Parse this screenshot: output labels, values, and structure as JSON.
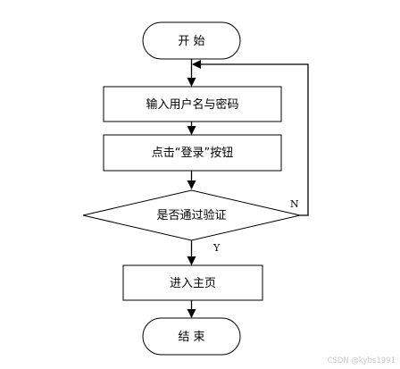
{
  "nodes": {
    "start": "开 始",
    "input": "输入用户名与密码",
    "click_login": "点击“登录”按钮",
    "decision": "是否通过验证",
    "enter_home": "进入主页",
    "end": "结 束"
  },
  "edges": {
    "no_label": "N",
    "yes_label": "Y"
  },
  "watermark": "CSDN @kybs1991"
}
